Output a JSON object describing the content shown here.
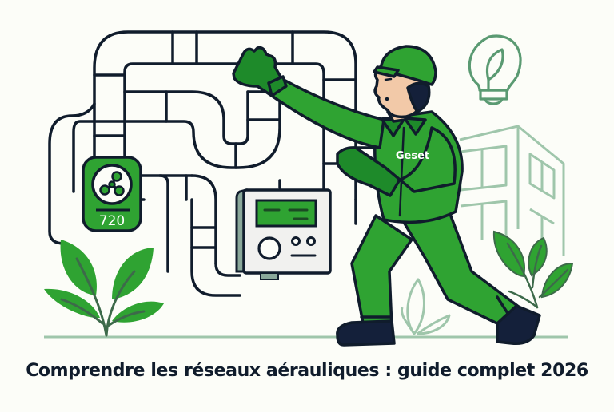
{
  "illustration": {
    "caption": "Comprendre les réseaux aérauliques : guide complet 2026",
    "fan_unit": {
      "value": "720",
      "icon": "fan-icon"
    },
    "worker": {
      "shirt_label": "Geset"
    },
    "control_panel": {
      "icon": "control-panel-icon"
    },
    "icons": [
      "lightbulb-leaf-icon",
      "building-icon",
      "plant-icon",
      "duct-network-icon"
    ],
    "colors": {
      "background": "#fcfdf8",
      "outline": "#101c2c",
      "green": "#2fa332",
      "dark_green": "#1e8a2a",
      "muted_green": "#8fbf9f",
      "skin": "#f2c9a8",
      "panel_gray": "#f1f1ef"
    }
  }
}
